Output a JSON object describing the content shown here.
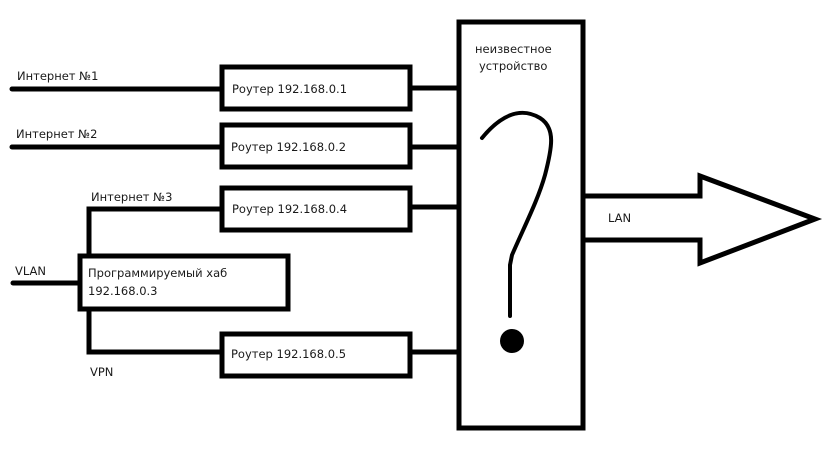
{
  "diagram": {
    "inputs": [
      {
        "label": "Интернет №1"
      },
      {
        "label": "Интернет №2"
      },
      {
        "label": "Интернет №3"
      },
      {
        "label": "VLAN"
      },
      {
        "label": "VPN"
      }
    ],
    "routers": [
      {
        "label": "Роутер 192.168.0.1"
      },
      {
        "label": "Роутер 192.168.0.2"
      },
      {
        "label": "Роутер 192.168.0.4"
      },
      {
        "label": "Роутер 192.168.0.5"
      }
    ],
    "hub": {
      "line1": "Программируемый хаб",
      "line2": "192.168.0.3"
    },
    "unknown_device": {
      "line1": "неизвестное",
      "line2": "устройство",
      "symbol": "question-mark"
    },
    "output": {
      "label": "LAN"
    },
    "colors": {
      "stroke": "#000000",
      "background": "#ffffff",
      "text": "#1a1a1a"
    }
  }
}
